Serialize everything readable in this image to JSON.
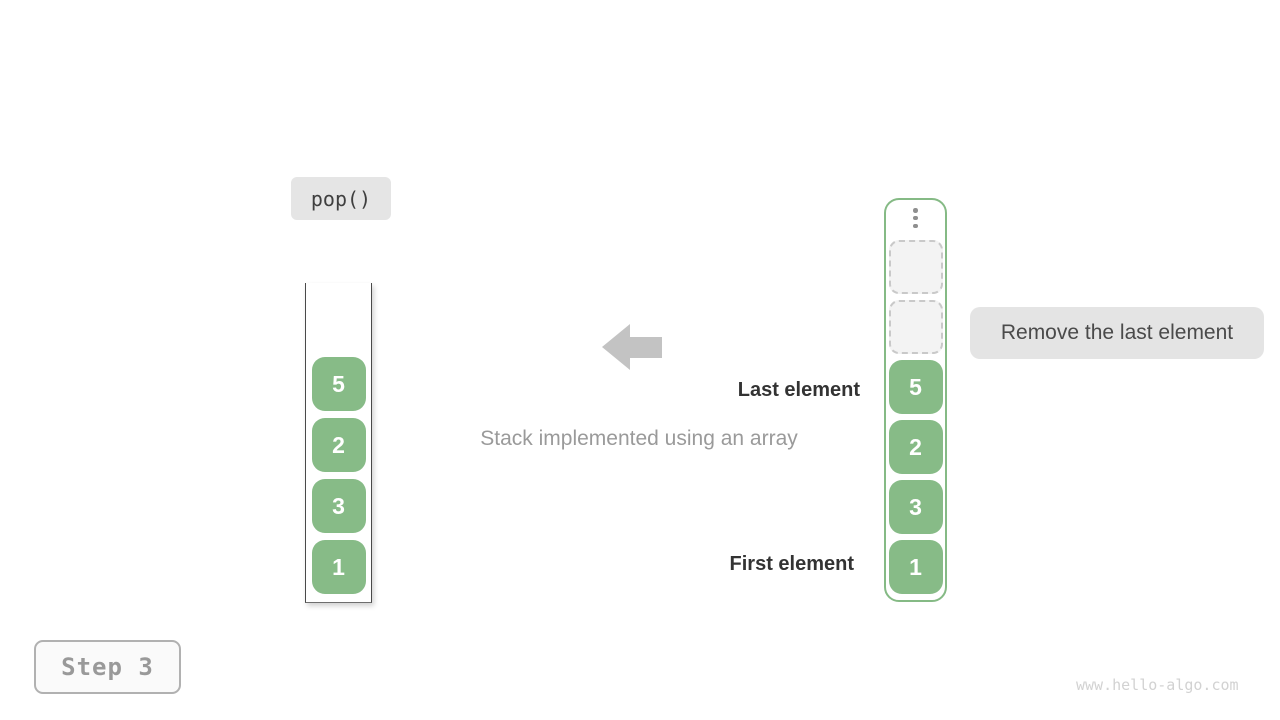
{
  "op_label": "pop()",
  "caption": "Stack implemented using an array",
  "labels": {
    "last_element": "Last element",
    "first_element": "First element",
    "action": "Remove the last element"
  },
  "left_stack": {
    "values": [
      "5",
      "2",
      "3",
      "1"
    ]
  },
  "right_array": {
    "empty_slot_count": 2,
    "values": [
      "5",
      "2",
      "3",
      "1"
    ]
  },
  "step_badge": "Step 3",
  "watermark": "www.hello-algo.com",
  "colors": {
    "cell_green": "#87bb87",
    "container_green_border": "#85ba85",
    "pill_gray": "#e4e4e4",
    "arrow_gray": "#c3c3c3",
    "empty_slot_fill": "#f3f3f3",
    "empty_slot_border": "#c9c9c9"
  }
}
